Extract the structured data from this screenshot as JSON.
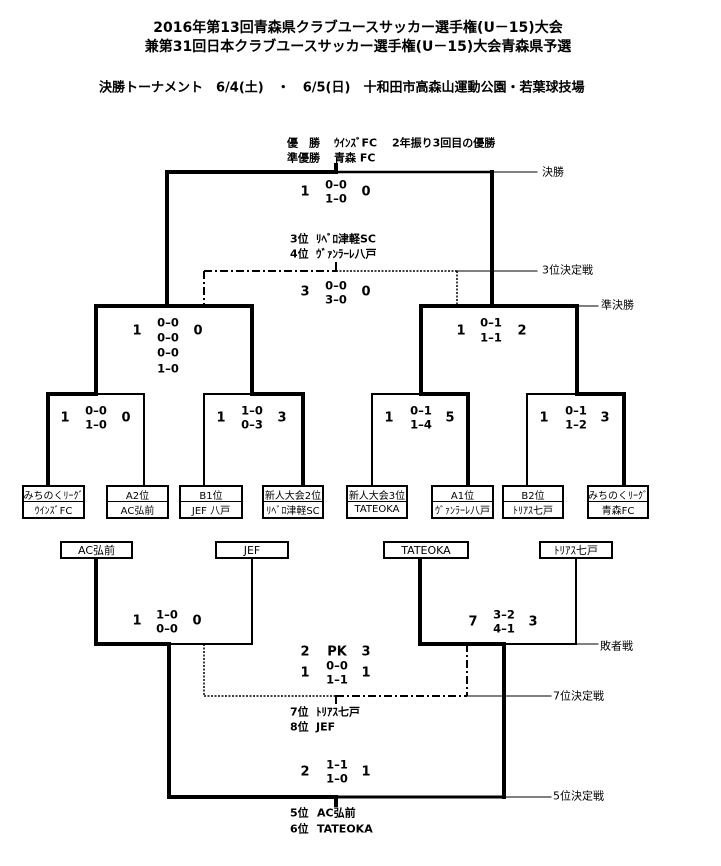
{
  "title": {
    "line1": "2016年第13回青森県クラブユースサッカー選手権(U－15)大会",
    "line2": "兼第31回日本クラブユースサッカー選手権(U－15)大会青森県予選",
    "subtitle": "決勝トーナメント　6/4(土)　・　6/5(日)　十和田市高森山運動公園・若葉球技場"
  },
  "final": {
    "round_label": "決勝",
    "champion_label": "優　勝",
    "champion": "ｳｲﾝｽﾞFC",
    "champion_note": "2年振り3回目の優勝",
    "runner_up_label": "準優勝",
    "runner_up": "青森 FC",
    "left_total": "1",
    "right_total": "0",
    "halves": [
      "0–0",
      "1–0"
    ]
  },
  "third_place": {
    "round_label": "3位決定戦",
    "rank3": "3位",
    "team3": "ﾘﾍﾞﾛ津軽SC",
    "rank4": "4位",
    "team4": "ｳﾞｧﾝﾗｰﾚ八戸",
    "left_total": "3",
    "right_total": "0",
    "halves": [
      "0–0",
      "3–0"
    ]
  },
  "semifinals": {
    "round_label": "準決勝",
    "matches": [
      {
        "left_total": "1",
        "right_total": "0",
        "halves": [
          "0–0",
          "0–0",
          "0–0",
          "1–0"
        ]
      },
      {
        "left_total": "1",
        "right_total": "2",
        "halves": [
          "0–1",
          "1–1"
        ]
      }
    ]
  },
  "quarterfinals": {
    "matches": [
      {
        "left_total": "1",
        "right_total": "0",
        "halves": [
          "0–0",
          "1–0"
        ]
      },
      {
        "left_total": "1",
        "right_total": "3",
        "halves": [
          "1–0",
          "0–3"
        ]
      },
      {
        "left_total": "1",
        "right_total": "5",
        "halves": [
          "0–1",
          "1–4"
        ]
      },
      {
        "left_total": "1",
        "right_total": "3",
        "halves": [
          "0–1",
          "1–2"
        ]
      }
    ]
  },
  "teams": [
    {
      "seed": "みちのくﾘｰｸﾞ",
      "name": "ｳｲﾝｽﾞFC"
    },
    {
      "seed": "A2位",
      "name": "AC弘前"
    },
    {
      "seed": "B1位",
      "name": "JEF 八戸"
    },
    {
      "seed": "新人大会2位",
      "name": "ﾘﾍﾞﾛ津軽SC"
    },
    {
      "seed": "新人大会3位",
      "name": "TATEOKA"
    },
    {
      "seed": "A1位",
      "name": "ｳﾞｧﾝﾗｰﾚ八戸"
    },
    {
      "seed": "B2位",
      "name": "ﾄﾘｱｽ七戸"
    },
    {
      "seed": "みちのくﾘｰｸﾞ",
      "name": "青森FC"
    }
  ],
  "consolation": {
    "round_label": "敗者戦",
    "teams": [
      "AC弘前",
      "JEF",
      "TATEOKA",
      "ﾄﾘｱｽ七戸"
    ],
    "matches": [
      {
        "left_total": "1",
        "right_total": "0",
        "halves": [
          "1–0",
          "0–0"
        ]
      },
      {
        "left_total": "7",
        "right_total": "3",
        "halves": [
          "3–2",
          "4–1"
        ]
      }
    ]
  },
  "seventh_place": {
    "round_label": "7位決定戦",
    "pk_left": "2",
    "pk_label": "PK",
    "pk_right": "3",
    "left_total": "1",
    "right_total": "1",
    "halves": [
      "0–0",
      "1–1"
    ],
    "rank7": "7位",
    "team7": "ﾄﾘｱｽ七戸",
    "rank8": "8位",
    "team8": "JEF"
  },
  "fifth_place": {
    "round_label": "5位決定戦",
    "left_total": "2",
    "right_total": "1",
    "halves": [
      "1–1",
      "1–0"
    ],
    "rank5": "5位",
    "team5": "AC弘前",
    "rank6": "6位",
    "team6": "TATEOKA"
  }
}
